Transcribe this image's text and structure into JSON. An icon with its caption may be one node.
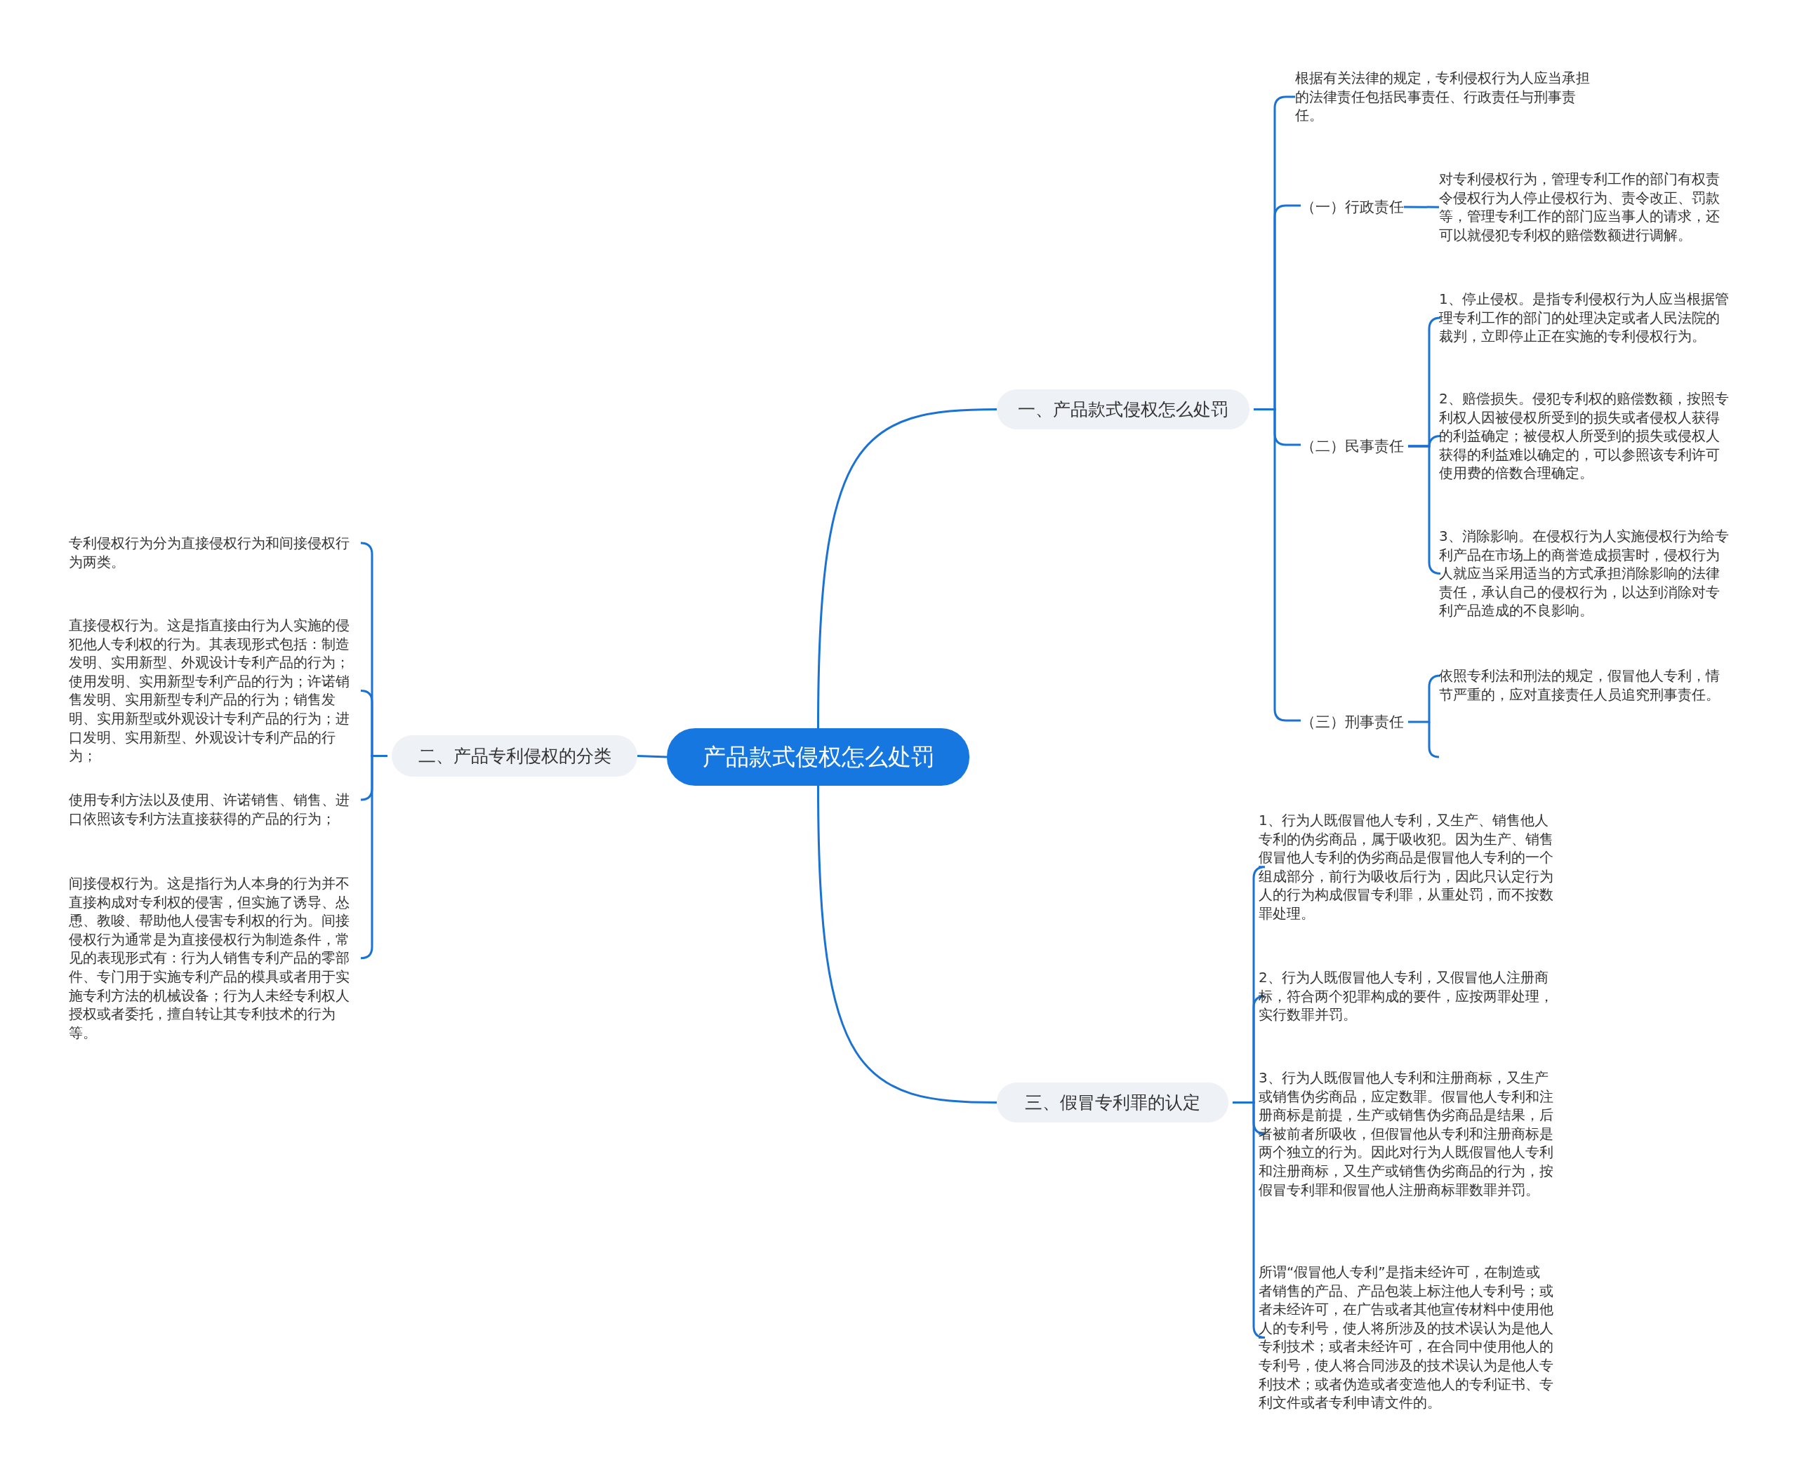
{
  "diagram": {
    "nodes": [
      {
        "text": [
          "产品款式侵权怎么处罚"
        ]
      },
      {
        "text": [
          "一、产品款式侵权怎么处罚"
        ]
      },
      {
        "text": [
          "根据有关法律的规定，专利侵权行为人应当承担的法律责任包括民事责任、行政责任与刑事责任。"
        ]
      },
      {
        "text": [
          "（一）行政责任"
        ]
      },
      {
        "text": [
          "对专利侵权行为，管理专利工作的部门有权责令侵权行为人停止侵权行为、责令改正、罚款等，管理专利工作的部门应当事人的请求，还可以就侵犯专利权的赔偿数额进行调解。"
        ]
      },
      {
        "text": [
          "（二）民事责任"
        ]
      },
      {
        "text": [
          "1、停止侵权。是指专利侵权行为人应当根据管理专利工作的部门的处理决定或者人民法院的裁判，立即停止正在实施的专利侵权行为。"
        ]
      },
      {
        "text": [
          "2、赔偿损失。侵犯专利权的赔偿数额，按照专利权人因被侵权所受到的损失或者侵权人获得的利益确定；被侵权人所受到的损失或侵权人获得的利益难以确定的，可以参照该专利许可使用费的倍数合理确定。"
        ]
      },
      {
        "text": [
          "3、消除影响。在侵权行为人实施侵权行为给专利产品在市场上的商誉造成损害时，侵权行为人就应当采用适当的方式承担消除影响的法律责任，承认自己的侵权行为，以达到消除对专利产品造成的不良影响。"
        ]
      },
      {
        "text": [
          "（三）刑事责任"
        ]
      },
      {
        "text": [
          "依照专利法和刑法的规定，假冒他人专利，情节严重的，应对直接责任人员追究刑事责任。"
        ]
      },
      {
        "text": [
          "二、产品专利侵权的分类"
        ]
      },
      {
        "text": [
          "专利侵权行为分为直接侵权行为和间接侵权行为两类。"
        ]
      },
      {
        "text": [
          "直接侵权行为。这是指直接由行为人实施的侵犯他人专利权的行为。其表现形式包括：制造发明、实用新型、外观设计专利产品的行为；使用发明、实用新型专利产品的行为；许诺销售发明、实用新型专利产品的行为；销售发明、实用新型或外观设计专利产品的行为；进口发明、实用新型、外观设计专利产品的行为；"
        ]
      },
      {
        "text": [
          "使用专利方法以及使用、许诺销售、销售、进口依照该专利方法直接获得的产品的行为；"
        ]
      },
      {
        "text": [
          "间接侵权行为。这是指行为人本身的行为并不直接构成对专利权的侵害，但实施了诱导、怂恿、教唆、帮助他人侵害专利权的行为。间接侵权行为通常是为直接侵权行为制造条件，常见的表现形式有：行为人销售专利产品的零部件、专门用于实施专利产品的模具或者用于实施专利方法的机械设备；行为人未经专利权人授权或者委托，擅自转让其专利技术的行为等。"
        ]
      },
      {
        "text": [
          "三、假冒专利罪的认定"
        ]
      },
      {
        "text": [
          "1、行为人既假冒他人专利，又生产、销售他人专利的伪劣商品，属于吸收犯。因为生产、销售假冒他人专利的伪劣商品是假冒他人专利的一个组成部分，前行为吸收后行为，因此只认定行为人的行为构成假冒专利罪，从重处罚，而不按数罪处理。"
        ]
      },
      {
        "text": [
          "2、行为人既假冒他人专利，又假冒他人注册商标，符合两个犯罪构成的要件，应按两罪处理，实行数罪并罚。"
        ]
      },
      {
        "text": [
          "3、行为人既假冒他人专利和注册商标，又生产或销售伪劣商品，应定数罪。假冒他人专利和注册商标是前提，生产或销售伪劣商品是结果，后者被前者所吸收，但假冒他从专利和注册商标是两个独立的行为。因此对行为人既假冒他人专利和注册商标，又生产或销售伪劣商品的行为，按假冒专利罪和假冒他人注册商标罪数罪并罚。"
        ]
      },
      {
        "text": [
          "所谓“假冒他人专利”是指未经许可，在制造或者销售的产品、产品包装上标注他人专利号；或者未经许可，在广告或者其他宣传材料中使用他人的专利号，使人将所涉及的技术误认为是他人专利技术；或者未经许可，在合同中使用他人的专利号，使人将合同涉及的技术误认为是他人专利技术；或者伪造或者变造他人的专利证书、专利文件或者专利申请文件的。"
        ]
      }
    ],
    "edges": [
      {
        "from": 0,
        "to": 1,
        "arrow": "none"
      },
      {
        "from": 1,
        "to": 2,
        "arrow": "none"
      },
      {
        "from": 1,
        "to": 3,
        "arrow": "none"
      },
      {
        "from": 3,
        "to": 4,
        "arrow": "none"
      },
      {
        "from": 1,
        "to": 5,
        "arrow": "none"
      },
      {
        "from": 5,
        "to": 6,
        "arrow": "none"
      },
      {
        "from": 5,
        "to": 7,
        "arrow": "none"
      },
      {
        "from": 5,
        "to": 8,
        "arrow": "none"
      },
      {
        "from": 1,
        "to": 9,
        "arrow": "none"
      },
      {
        "from": 9,
        "to": 10,
        "arrow": "none"
      },
      {
        "from": 0,
        "to": 11,
        "arrow": "none"
      },
      {
        "from": 11,
        "to": 12,
        "arrow": "none"
      },
      {
        "from": 11,
        "to": 13,
        "arrow": "none"
      },
      {
        "from": 11,
        "to": 14,
        "arrow": "none"
      },
      {
        "from": 11,
        "to": 15,
        "arrow": "none"
      },
      {
        "from": 0,
        "to": 16,
        "arrow": "none"
      },
      {
        "from": 16,
        "to": 17,
        "arrow": "none"
      },
      {
        "from": 16,
        "to": 18,
        "arrow": "none"
      },
      {
        "from": 16,
        "to": 19,
        "arrow": "none"
      },
      {
        "from": 16,
        "to": 20,
        "arrow": "none"
      }
    ]
  }
}
